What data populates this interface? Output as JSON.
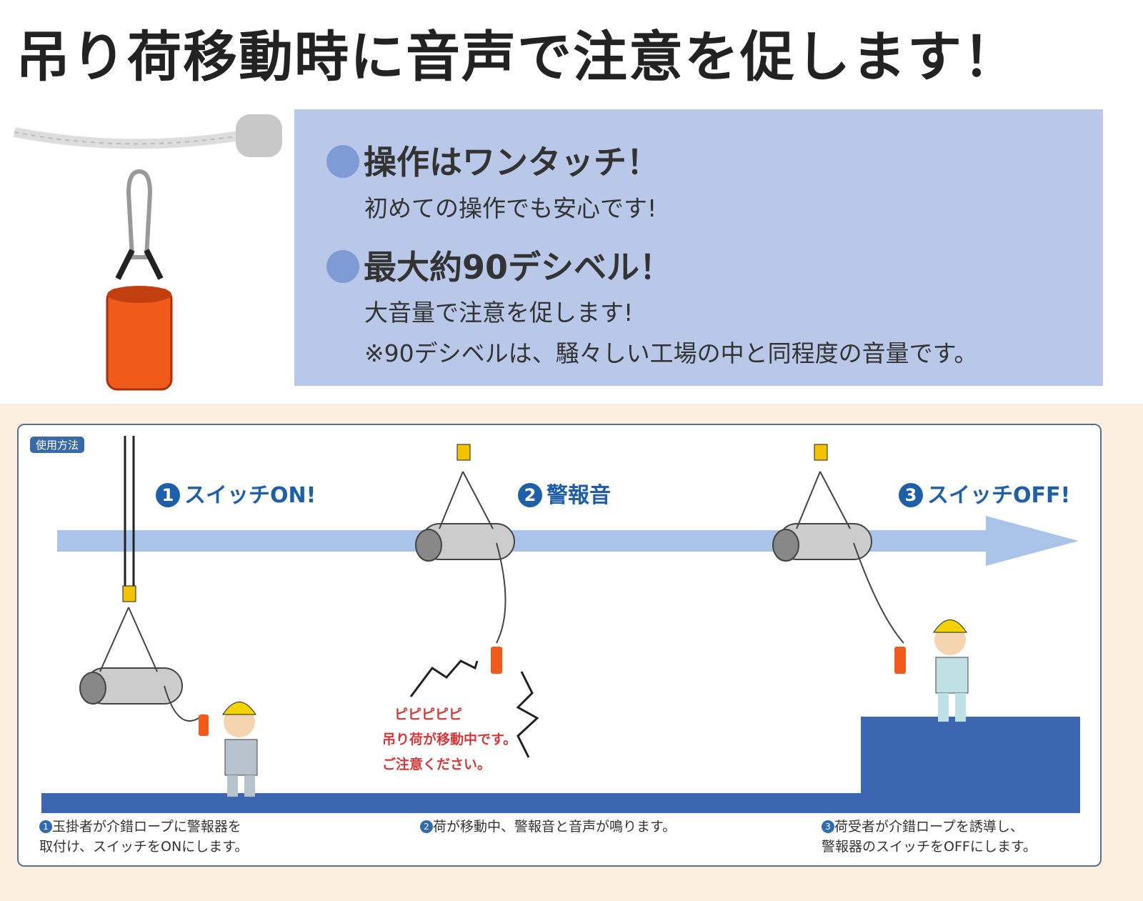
{
  "title": "吊り荷移動時に音声で注意を促します！",
  "features": [
    {
      "heading": "操作はワンタッチ！",
      "lines": [
        "初めての操作でも安心です!"
      ]
    },
    {
      "heading": "最大約90デシベル！",
      "lines": [
        "大音量で注意を促します!",
        "※90デシベルは、騒々しい工場の中と同程度の音量です。"
      ]
    }
  ],
  "usage": {
    "tag": "使用方法",
    "steps": [
      {
        "num": "1",
        "label": "スイッチON!",
        "caption_num": "1",
        "caption": "玉掛者が介錯ロープに警報器を\n取付け、スイッチをONにします。"
      },
      {
        "num": "2",
        "label": "警報音",
        "caption_num": "2",
        "caption": "荷が移動中、警報音と音声が鳴ります。"
      },
      {
        "num": "3",
        "label": "スイッチOFF!",
        "caption_num": "3",
        "caption": "荷受者が介錯ロープを誘導し、\n警報器のスイッチをOFFにします。"
      }
    ],
    "alarm": [
      "ピピピピピ",
      "吊り荷が移動中です。",
      "ご注意ください。"
    ]
  },
  "colors": {
    "feature_box": "#b9c7e8",
    "accent": "#1e5fa8",
    "floor": "#3d66b0",
    "alarm_text": "#d23a3a",
    "device": "#f05a1a"
  }
}
